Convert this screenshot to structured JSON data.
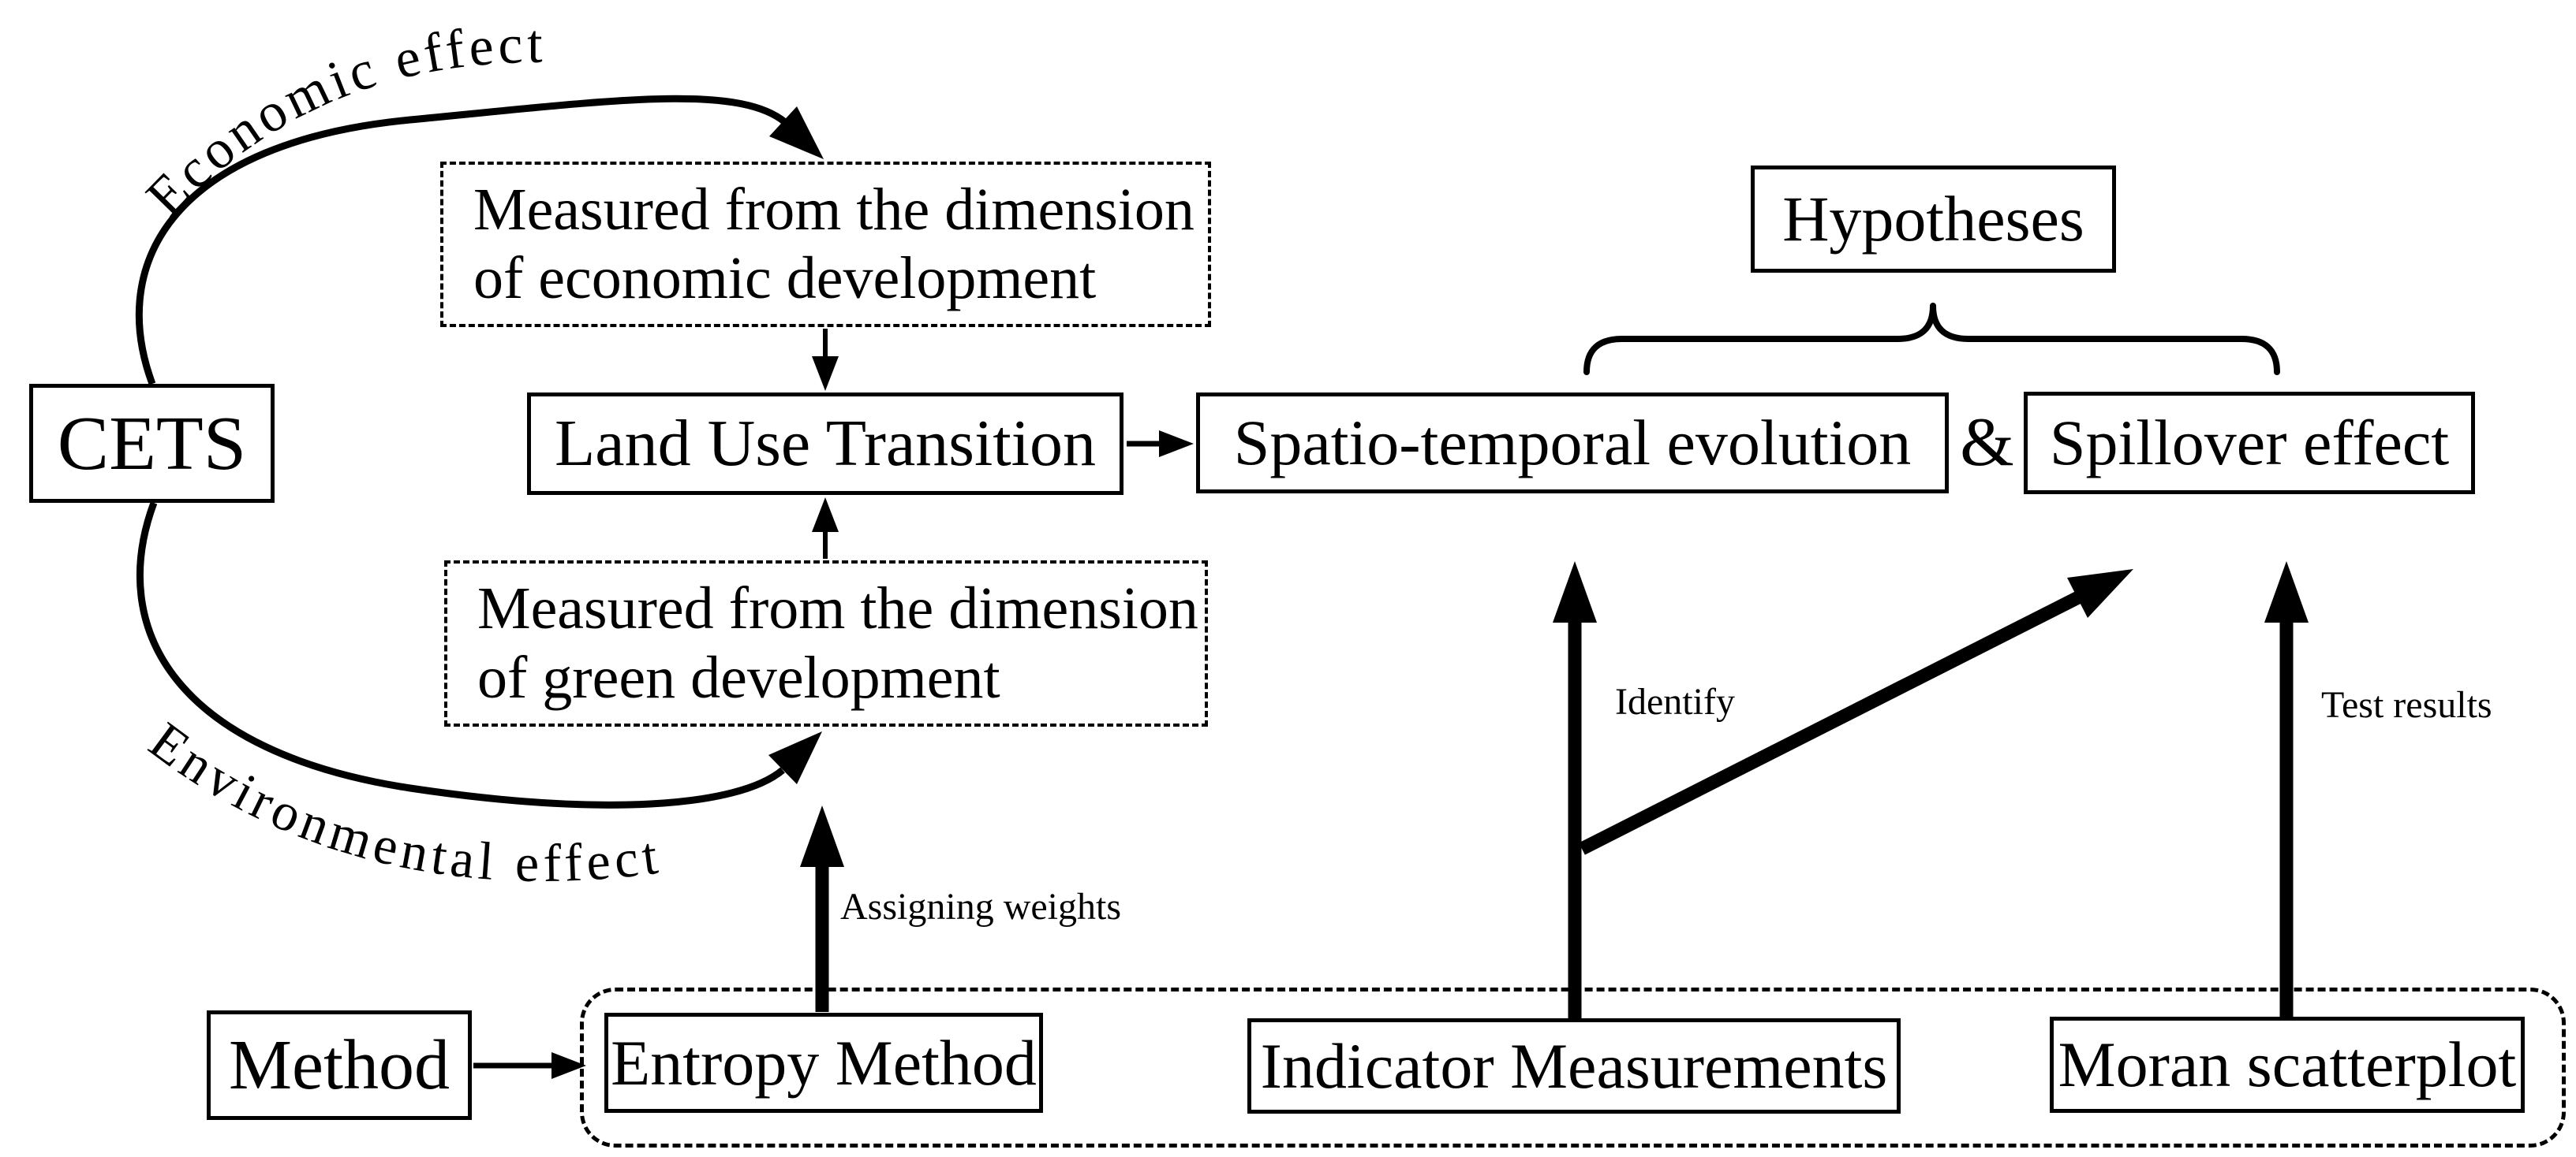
{
  "diagram": {
    "nodes": {
      "cets": "CETS",
      "measured_econ_line1": "Measured from the dimension",
      "measured_econ_line2": "of economic development",
      "land_use": "Land Use Transition",
      "measured_green_line1": "Measured from the dimension",
      "measured_green_line2": "of green development",
      "hypotheses": "Hypotheses",
      "spatio": "Spatio-temporal evolution",
      "ampersand": "&",
      "spillover": "Spillover effect",
      "method": "Method",
      "entropy": "Entropy Method",
      "indicator": "Indicator Measurements",
      "moran": "Moran scatterplot"
    },
    "edge_labels": {
      "economic_effect": "Economic effect",
      "environmental_effect": "Environmental effect",
      "assigning_weights": "Assigning weights",
      "identify": "Identify",
      "test_results": "Test results"
    },
    "colors": {
      "ink": "#000000",
      "background": "#ffffff"
    }
  }
}
